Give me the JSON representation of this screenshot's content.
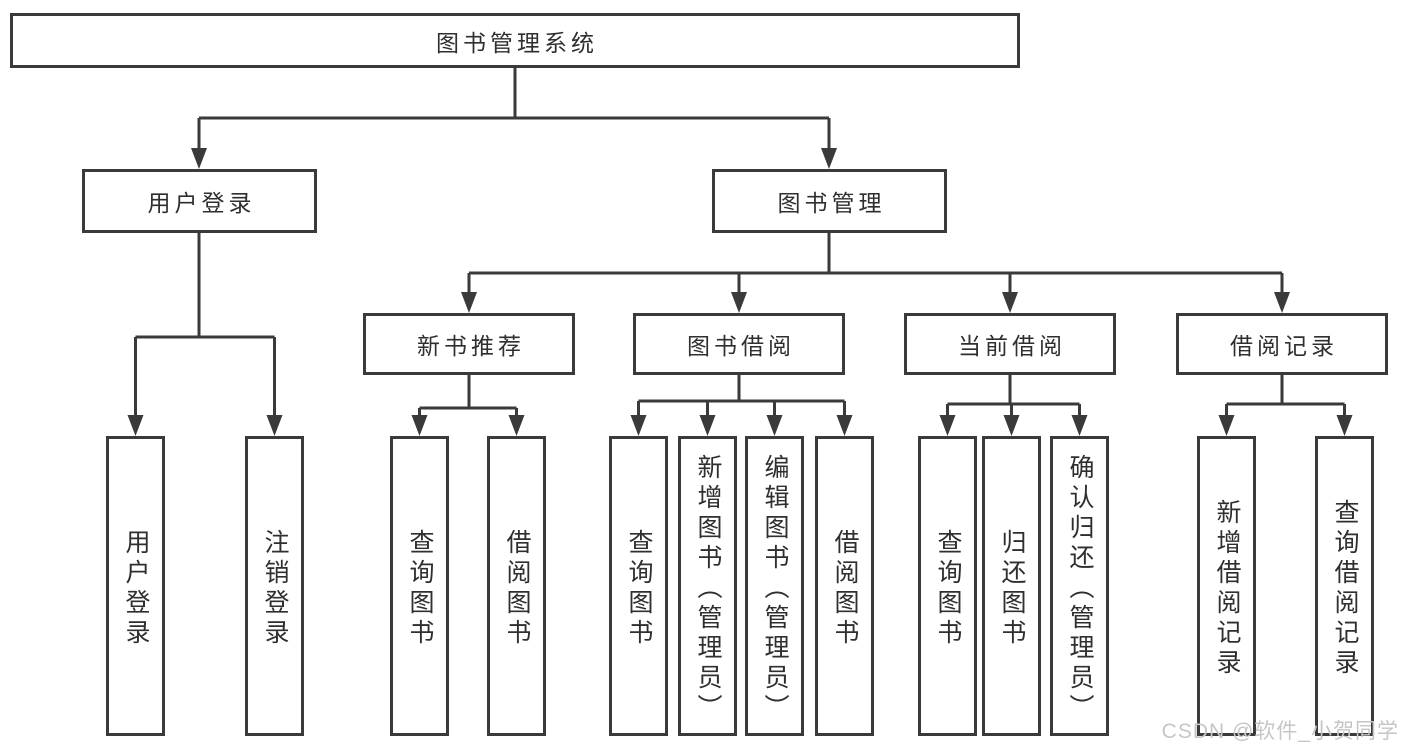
{
  "diagram": {
    "root": {
      "label": "图书管理系统"
    },
    "level1": [
      {
        "label": "用户登录"
      },
      {
        "label": "图书管理"
      }
    ],
    "level2": [
      {
        "label": "新书推荐"
      },
      {
        "label": "图书借阅"
      },
      {
        "label": "当前借阅"
      },
      {
        "label": "借阅记录"
      }
    ],
    "leaves": [
      {
        "label": "用户登录"
      },
      {
        "label": "注销登录"
      },
      {
        "label": "查询图书"
      },
      {
        "label": "借阅图书"
      },
      {
        "label": "查询图书"
      },
      {
        "label": "新增图书（管理员）"
      },
      {
        "label": "编辑图书（管理员）"
      },
      {
        "label": "借阅图书"
      },
      {
        "label": "查询图书"
      },
      {
        "label": "归还图书"
      },
      {
        "label": "确认归还（管理员）"
      },
      {
        "label": "新增借阅记录"
      },
      {
        "label": "查询借阅记录"
      }
    ]
  },
  "watermark": {
    "text": "CSDN @软件_小贺同学"
  },
  "colors": {
    "line": "#3a3a3a",
    "text": "#2f2f32",
    "background": "#ffffff",
    "watermark": "#c6c6c6"
  }
}
